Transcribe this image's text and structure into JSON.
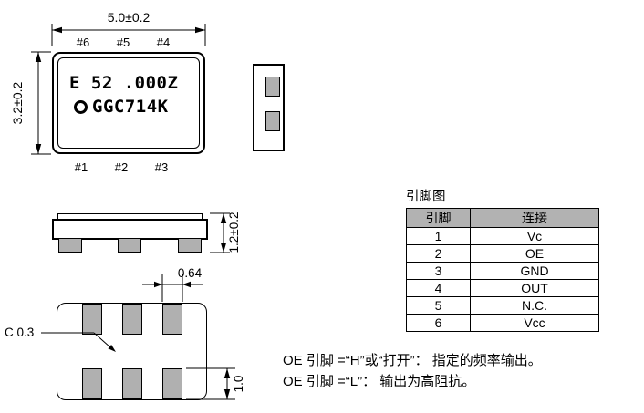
{
  "top_view": {
    "dim_width": "5.0±0.2",
    "dim_height": "3.2±0.2",
    "pin_labels_top": [
      "#6",
      "#5",
      "#4"
    ],
    "pin_labels_bottom": [
      "#1",
      "#2",
      "#3"
    ],
    "marking_line1": "E 52 .000Z",
    "marking_line2": "GGC714K"
  },
  "side_view": {
    "dim_height": "1.2±0.2"
  },
  "bottom_view": {
    "dim_pad_width": "0.64",
    "dim_pad_height": "1.0",
    "chamfer_label": "C 0.3"
  },
  "pin_table": {
    "title": "引脚图",
    "headers": [
      "引脚",
      "连接"
    ],
    "rows": [
      {
        "pin": "1",
        "conn": "Vc"
      },
      {
        "pin": "2",
        "conn": "OE"
      },
      {
        "pin": "3",
        "conn": "GND"
      },
      {
        "pin": "4",
        "conn": "OUT"
      },
      {
        "pin": "5",
        "conn": "N.C."
      },
      {
        "pin": "6",
        "conn": "Vcc"
      }
    ]
  },
  "notes": {
    "line1": "OE 引脚 =“H”或“打开”： 指定的频率输出。",
    "line2": "OE 引脚 =“L”： 输出为高阻抗。"
  },
  "colors": {
    "pad_gray": "#b0b0b0",
    "table_header_gray": "#b2b2b2",
    "line_black": "#000000"
  }
}
